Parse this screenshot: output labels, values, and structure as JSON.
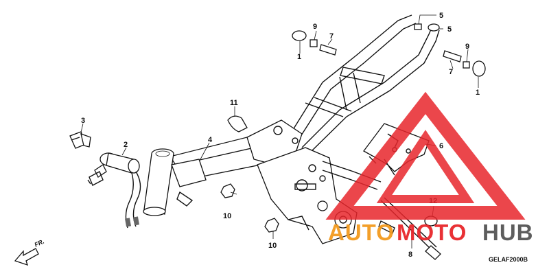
{
  "diagram": {
    "code": "GELAF2000B",
    "direction_label": "FR.",
    "callouts": [
      {
        "id": "c1a",
        "label": "1"
      },
      {
        "id": "c1b",
        "label": "1"
      },
      {
        "id": "c2",
        "label": "2"
      },
      {
        "id": "c3",
        "label": "3"
      },
      {
        "id": "c4",
        "label": "4"
      },
      {
        "id": "c5a",
        "label": "5"
      },
      {
        "id": "c5b",
        "label": "5"
      },
      {
        "id": "c6",
        "label": "6"
      },
      {
        "id": "c7a",
        "label": "7"
      },
      {
        "id": "c7b",
        "label": "7"
      },
      {
        "id": "c8",
        "label": "8"
      },
      {
        "id": "c9a",
        "label": "9"
      },
      {
        "id": "c9b",
        "label": "9"
      },
      {
        "id": "c10a",
        "label": "10"
      },
      {
        "id": "c10b",
        "label": "10"
      },
      {
        "id": "c11",
        "label": "11"
      },
      {
        "id": "c12",
        "label": "12"
      }
    ]
  },
  "watermark": {
    "part1": "AUTO",
    "part2": "MOTO",
    "part3": "HUB",
    "colors": {
      "red": "#e8262b",
      "orange": "#f39a1e",
      "gray": "#555555"
    }
  }
}
